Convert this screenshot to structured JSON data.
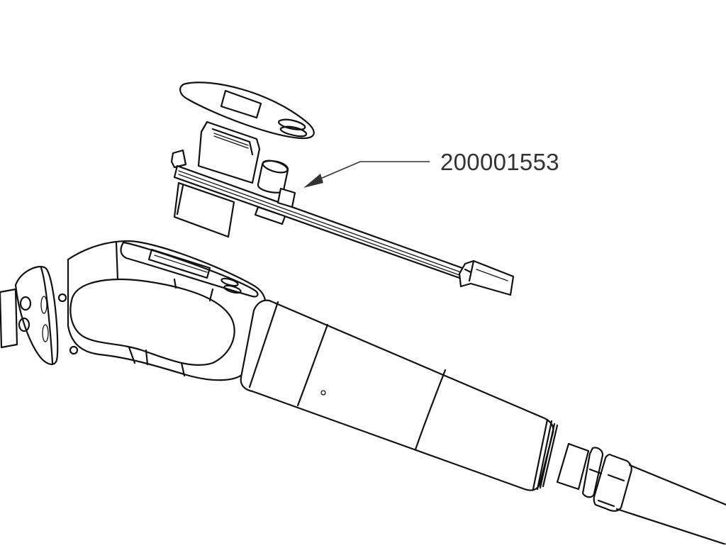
{
  "diagram": {
    "type": "exploded-view technical line drawing",
    "background_color": "#ffffff",
    "line_color": "#111111",
    "callouts": [
      {
        "label": "200001553",
        "points_to": "circuit board / sensor module assembly",
        "text_color": "#333333"
      }
    ],
    "parts": [
      {
        "name": "top-label-plate",
        "description": "oval plate with rectangular window and two oval openings"
      },
      {
        "name": "sensor-module-assembly",
        "description": "boxed module on long strip with connector at end"
      },
      {
        "name": "end-cap-disc",
        "description": "round disc with holes at far left"
      },
      {
        "name": "handle-head",
        "description": "looped handle head with recessed top slot"
      },
      {
        "name": "handle-grip-body",
        "description": "tapered cylindrical grip with band lines and small dot"
      },
      {
        "name": "hose-nut-fitting",
        "description": "hex nut fittings connecting to hose"
      },
      {
        "name": "hose",
        "description": "tapered hose exiting bottom-right"
      }
    ]
  }
}
